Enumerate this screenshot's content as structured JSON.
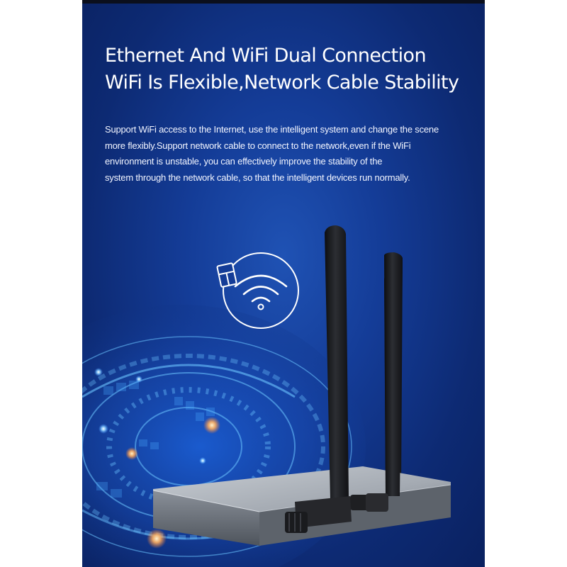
{
  "headline": {
    "line1": "Ethernet And WiFi Dual Connection",
    "line2": "WiFi Is Flexible,Network Cable Stability"
  },
  "description": {
    "line1": "Support WiFi access to the Internet, use the intelligent system and change the scene",
    "line2": "more flexibly.Support network cable to connect to the network,even if the WiFi",
    "line3": "environment is unstable, you can effectively improve the stability of the",
    "line4": "system through the network cable, so that the intelligent devices run normally."
  },
  "icons": {
    "badge": "wifi-router-icon",
    "device": "router-with-antennas"
  },
  "colors": {
    "background": "#143c97",
    "text": "#ffffff",
    "glow": "#5fb4ff",
    "router_body": "#9aa0a8",
    "antenna": "#141518"
  }
}
